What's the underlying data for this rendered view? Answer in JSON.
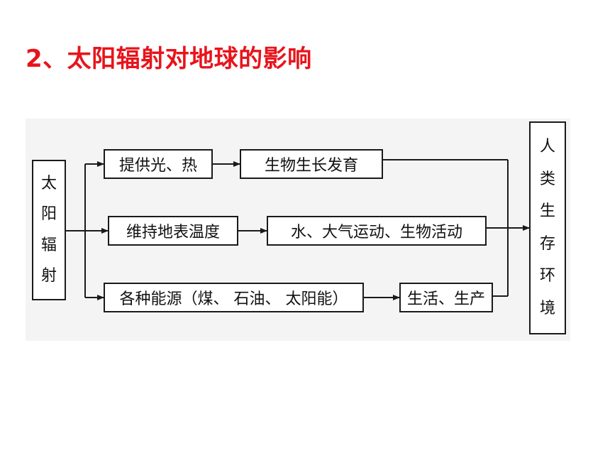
{
  "title": "2、太阳辐射对地球的影响",
  "source": {
    "label": "太阳辐射",
    "chars": [
      "太",
      "阳",
      "辐",
      "射"
    ]
  },
  "branches": [
    {
      "first": "提供光、热",
      "second": "生物生长发育"
    },
    {
      "first": "维持地表温度",
      "second": "水、大气运动、生物活动"
    },
    {
      "first": "各种能源（煤、 石油、 太阳能）",
      "second": "生活、生产"
    }
  ],
  "target": {
    "label": "人类生存环境",
    "chars": [
      "人",
      "类",
      "生",
      "存",
      "环",
      "境"
    ]
  },
  "colors": {
    "title": "#e8141c",
    "line": "#1a1a1a",
    "panel": "#f4f4f4"
  }
}
